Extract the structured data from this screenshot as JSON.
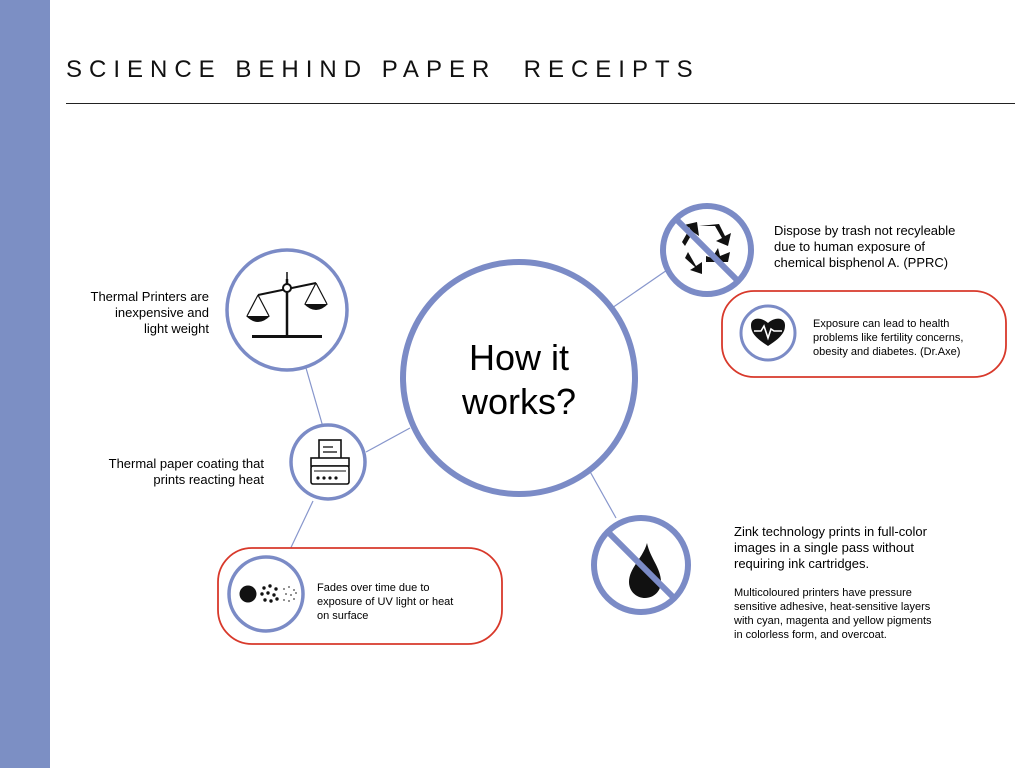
{
  "slide": {
    "title": "SCIENCE BEHIND PAPER  RECEIPTS",
    "center": "How it\nworks?"
  },
  "nodes": {
    "scale": {
      "icon": "balance-scale-icon",
      "text": "Thermal Printers are\ninexpensive and\nlight weight"
    },
    "printer": {
      "icon": "receipt-printer-icon",
      "text": "Thermal paper coating that\nprints reacting heat"
    },
    "fade": {
      "icon": "fading-dots-icon",
      "text": "Fades over time due to\nexposure of UV light or heat\non surface"
    },
    "recycle": {
      "icon": "no-recycle-icon",
      "text": "Dispose by trash not recyleable\ndue to human exposure of\nchemical bisphenol A. (PPRC)"
    },
    "health": {
      "icon": "heart-rate-icon",
      "text": "Exposure can lead to health\nproblems like fertility concerns,\nobesity and diabetes. (Dr.Axe)"
    },
    "ink": {
      "icon": "no-ink-icon",
      "text": "Zink technology prints in full-color\nimages in a single pass without\nrequiring ink cartridges.",
      "subtext": "Multicoloured printers have pressure\nsensitive adhesive, heat-sensitive layers\nwith cyan, magenta and yellow pigments\nin colorless form, and overcoat."
    }
  },
  "colors": {
    "sidebar": "#7c8fc4",
    "circle": "#7b8bc6",
    "connector": "#8796cc",
    "callout-border": "#d8392b"
  }
}
